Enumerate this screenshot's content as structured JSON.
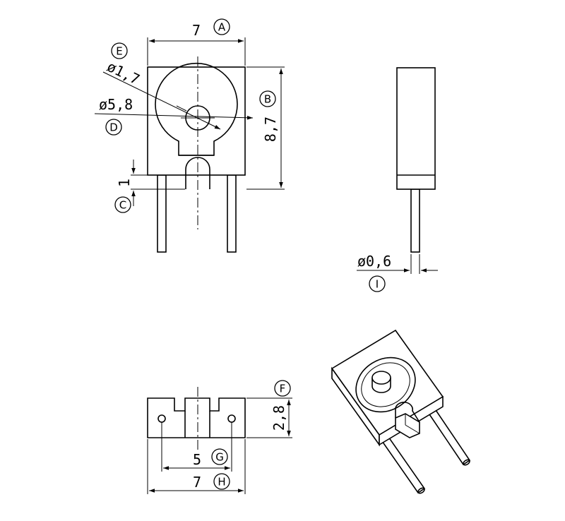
{
  "dims": {
    "top_width": "7",
    "hole_dia": "ø1,7",
    "outer_dia": "ø5,8",
    "height": "8,7",
    "offset": "1",
    "pin_dia": "ø0,6",
    "bottom_height": "2,8",
    "pin_pitch": "5",
    "bottom_width": "7"
  },
  "callouts": {
    "A": "A",
    "B": "B",
    "C": "C",
    "D": "D",
    "E": "E",
    "F": "F",
    "G": "G",
    "H": "H",
    "I": "I"
  }
}
